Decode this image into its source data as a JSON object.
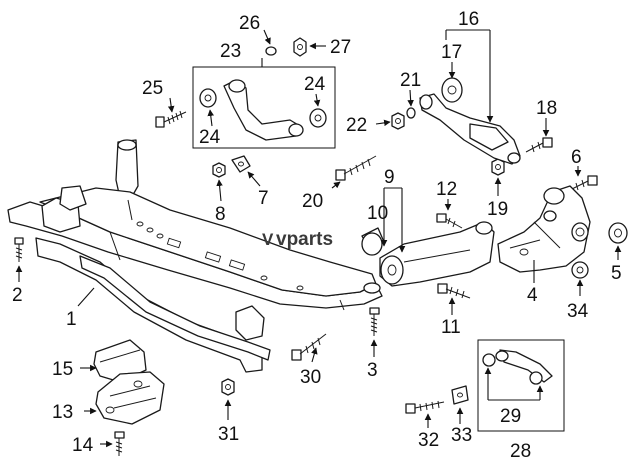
{
  "brand": {
    "mark": "V",
    "text": "vparts"
  },
  "callouts": [
    {
      "id": "c1",
      "label": "1"
    },
    {
      "id": "c2",
      "label": "2"
    },
    {
      "id": "c3",
      "label": "3"
    },
    {
      "id": "c4",
      "label": "4"
    },
    {
      "id": "c5",
      "label": "5"
    },
    {
      "id": "c6",
      "label": "6"
    },
    {
      "id": "c7",
      "label": "7"
    },
    {
      "id": "c8",
      "label": "8"
    },
    {
      "id": "c9",
      "label": "9"
    },
    {
      "id": "c10",
      "label": "10"
    },
    {
      "id": "c11",
      "label": "11"
    },
    {
      "id": "c12",
      "label": "12"
    },
    {
      "id": "c13",
      "label": "13"
    },
    {
      "id": "c14",
      "label": "14"
    },
    {
      "id": "c15",
      "label": "15"
    },
    {
      "id": "c16",
      "label": "16"
    },
    {
      "id": "c17",
      "label": "17"
    },
    {
      "id": "c18",
      "label": "18"
    },
    {
      "id": "c19",
      "label": "19"
    },
    {
      "id": "c20",
      "label": "20"
    },
    {
      "id": "c21",
      "label": "21"
    },
    {
      "id": "c22",
      "label": "22"
    },
    {
      "id": "c23",
      "label": "23"
    },
    {
      "id": "c24a",
      "label": "24"
    },
    {
      "id": "c24b",
      "label": "24"
    },
    {
      "id": "c25",
      "label": "25"
    },
    {
      "id": "c26",
      "label": "26"
    },
    {
      "id": "c27",
      "label": "27"
    },
    {
      "id": "c28",
      "label": "28"
    },
    {
      "id": "c29",
      "label": "29"
    },
    {
      "id": "c30",
      "label": "30"
    },
    {
      "id": "c31",
      "label": "31"
    },
    {
      "id": "c32",
      "label": "32"
    },
    {
      "id": "c33",
      "label": "33"
    },
    {
      "id": "c34",
      "label": "34"
    }
  ]
}
